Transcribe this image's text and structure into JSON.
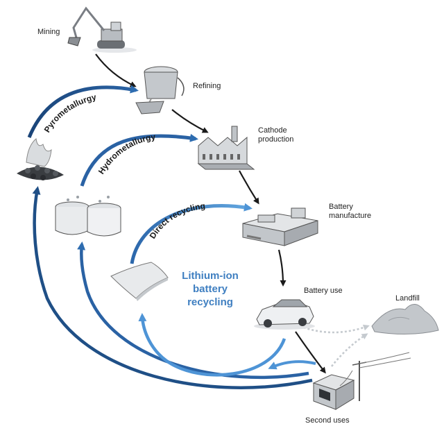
{
  "stages": {
    "mining": "Mining",
    "refining": "Refining",
    "cathode": "Cathode\nproduction",
    "manufacture": "Battery\nmanufacture",
    "use": "Battery use",
    "landfill": "Landfill",
    "second": "Second uses"
  },
  "routes": {
    "pyro": "Pyrometallurgy",
    "hydro": "Hydrometallurgy",
    "direct": "Direct recycling"
  },
  "center": "Lithium-ion\nbattery\nrecycling",
  "colors": {
    "dark_arrow": "#1a1a1a",
    "route_dark": "#1f4f86",
    "route_mid": "#2d6cb0",
    "route_light": "#5aa0dc",
    "landfill_dotted": "#b9bfc4"
  },
  "icons": [
    "excavator-icon",
    "ladle-icon",
    "factory-icon",
    "battery-plant-icon",
    "car-icon",
    "landfill-icon",
    "storage-box-icon",
    "powerline-icon",
    "fire-pile-icon",
    "tanks-icon",
    "sheet-icon"
  ]
}
